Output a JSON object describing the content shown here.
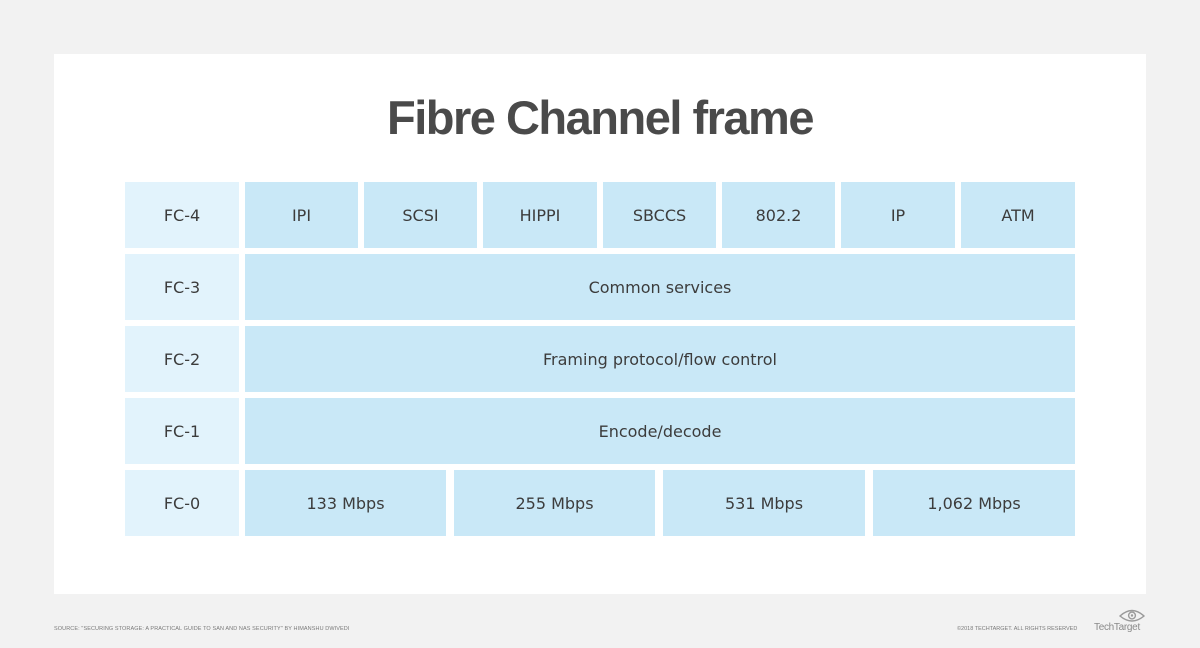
{
  "title": "Fibre Channel frame",
  "layers": [
    {
      "label": "FC-4",
      "cells": [
        "IPI",
        "SCSI",
        "HIPPI",
        "SBCCS",
        "802.2",
        "IP",
        "ATM"
      ]
    },
    {
      "label": "FC-3",
      "cells": [
        "Common services"
      ]
    },
    {
      "label": "FC-2",
      "cells": [
        "Framing protocol/flow control"
      ]
    },
    {
      "label": "FC-1",
      "cells": [
        "Encode/decode"
      ]
    },
    {
      "label": "FC-0",
      "cells": [
        "133 Mbps",
        "255 Mbps",
        "531 Mbps",
        "1,062 Mbps"
      ]
    }
  ],
  "footer": {
    "source": "SOURCE: \"SECURING STORAGE: A PRACTICAL GUIDE TO SAN AND NAS SECURITY\" BY HIMANSHU DWIVEDI",
    "copyright": "©2018 TECHTARGET. ALL RIGHTS RESERVED",
    "brand": "TechTarget"
  },
  "colors": {
    "label_bg": "#e2f3fc",
    "box_bg": "#c9e8f7",
    "title": "#4a4a4a"
  }
}
